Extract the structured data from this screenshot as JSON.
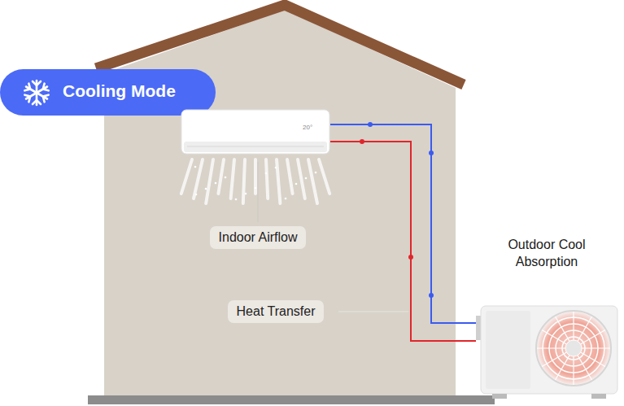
{
  "diagram": {
    "nodes": [
      {
        "text": [
          "Cooling Mode"
        ]
      },
      {
        "text": [
          "20°"
        ]
      },
      {
        "text": [
          "Outdoor Cool Absorption"
        ]
      }
    ],
    "edges": [
      {
        "from": 1,
        "to": 2,
        "arrow": "none"
      },
      {
        "from": 1,
        "to": 2,
        "arrow": "none"
      }
    ],
    "labels": [
      "Indoor Airflow",
      "Heat Transfer"
    ]
  }
}
